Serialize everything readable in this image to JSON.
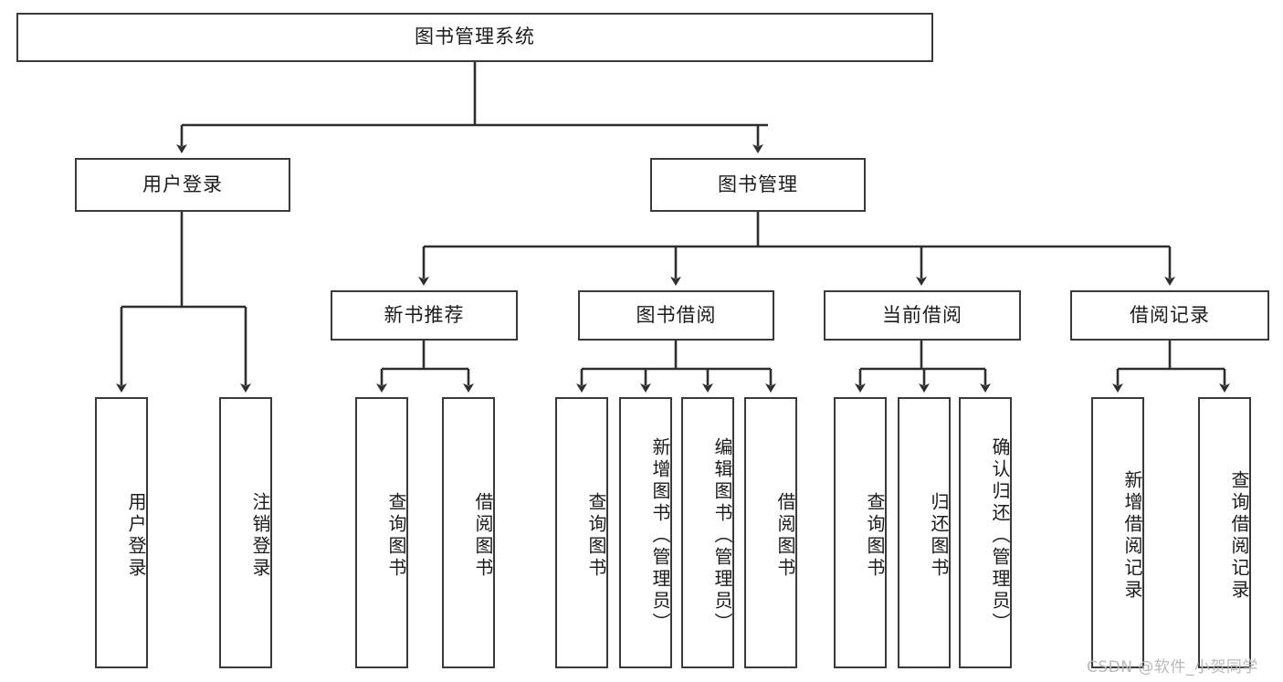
{
  "diagram": {
    "title": "图书管理系统",
    "type": "hierarchy-tree",
    "watermark": "CSDN @软件_小贺同学",
    "colors": {
      "stroke": "#3a3a3a",
      "fill": "#ffffff",
      "text": "#1b1b1b",
      "watermark": "#b8b8b8"
    },
    "nodes": {
      "root": {
        "label": "图书管理系统",
        "level": 0,
        "orientation": "horizontal"
      },
      "l1": [
        {
          "id": "user_login",
          "label": "用户登录",
          "level": 1,
          "orientation": "horizontal"
        },
        {
          "id": "book_manage",
          "label": "图书管理",
          "level": 1,
          "orientation": "horizontal"
        }
      ],
      "l2": [
        {
          "id": "new_book_rec",
          "label": "新书推荐",
          "level": 2,
          "orientation": "horizontal",
          "parent": "book_manage"
        },
        {
          "id": "book_borrow",
          "label": "图书借阅",
          "level": 2,
          "orientation": "horizontal",
          "parent": "book_manage"
        },
        {
          "id": "current_borrow",
          "label": "当前借阅",
          "level": 2,
          "orientation": "horizontal",
          "parent": "book_manage"
        },
        {
          "id": "borrow_record",
          "label": "借阅记录",
          "level": 2,
          "orientation": "horizontal",
          "parent": "book_manage"
        }
      ],
      "leaves": [
        {
          "id": "leaf_user_login",
          "label": "用户登录",
          "parent": "user_login",
          "orientation": "vertical"
        },
        {
          "id": "leaf_logout",
          "label": "注销登录",
          "parent": "user_login",
          "orientation": "vertical"
        },
        {
          "id": "leaf_query_book_1",
          "label": "查询图书",
          "parent": "new_book_rec",
          "orientation": "vertical"
        },
        {
          "id": "leaf_borrow_book_1",
          "label": "借阅图书",
          "parent": "new_book_rec",
          "orientation": "vertical"
        },
        {
          "id": "leaf_query_book_2",
          "label": "查询图书",
          "parent": "book_borrow",
          "orientation": "vertical"
        },
        {
          "id": "leaf_add_book",
          "label": "新增图书（管理员）",
          "parent": "book_borrow",
          "orientation": "vertical"
        },
        {
          "id": "leaf_edit_book",
          "label": "编辑图书（管理员）",
          "parent": "book_borrow",
          "orientation": "vertical"
        },
        {
          "id": "leaf_borrow_book_2",
          "label": "借阅图书",
          "parent": "book_borrow",
          "orientation": "vertical"
        },
        {
          "id": "leaf_query_book_3",
          "label": "查询图书",
          "parent": "current_borrow",
          "orientation": "vertical"
        },
        {
          "id": "leaf_return_book",
          "label": "归还图书",
          "parent": "current_borrow",
          "orientation": "vertical"
        },
        {
          "id": "leaf_confirm_return",
          "label": "确认归还（管理员）",
          "parent": "current_borrow",
          "orientation": "vertical"
        },
        {
          "id": "leaf_add_record",
          "label": "新增借阅记录",
          "parent": "borrow_record",
          "orientation": "vertical"
        },
        {
          "id": "leaf_query_record",
          "label": "查询借阅记录",
          "parent": "borrow_record",
          "orientation": "vertical"
        }
      ]
    }
  }
}
